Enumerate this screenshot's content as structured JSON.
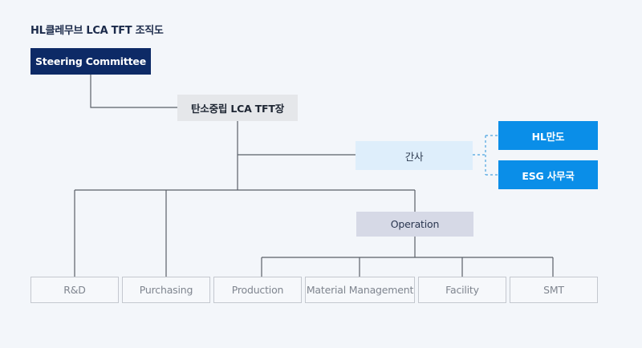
{
  "title": "HL클레무브 LCA TFT 조직도",
  "nodes": {
    "steering": "Steering Committee",
    "lca_tft": "탄소중립 LCA TFT장",
    "gansa": "간사",
    "hl_mando": "HL만도",
    "esg_office": "ESG 사무국",
    "operation": "Operation"
  },
  "departments": [
    {
      "label": "R&D"
    },
    {
      "label": "Purchasing"
    },
    {
      "label": "Production"
    },
    {
      "label": "Material Management"
    },
    {
      "label": "Facility"
    },
    {
      "label": "SMT"
    }
  ],
  "colors": {
    "navy": "#0d2a66",
    "blue": "#0a8ee8",
    "line": "#5a5f68",
    "dashed": "#4aa3e0"
  }
}
